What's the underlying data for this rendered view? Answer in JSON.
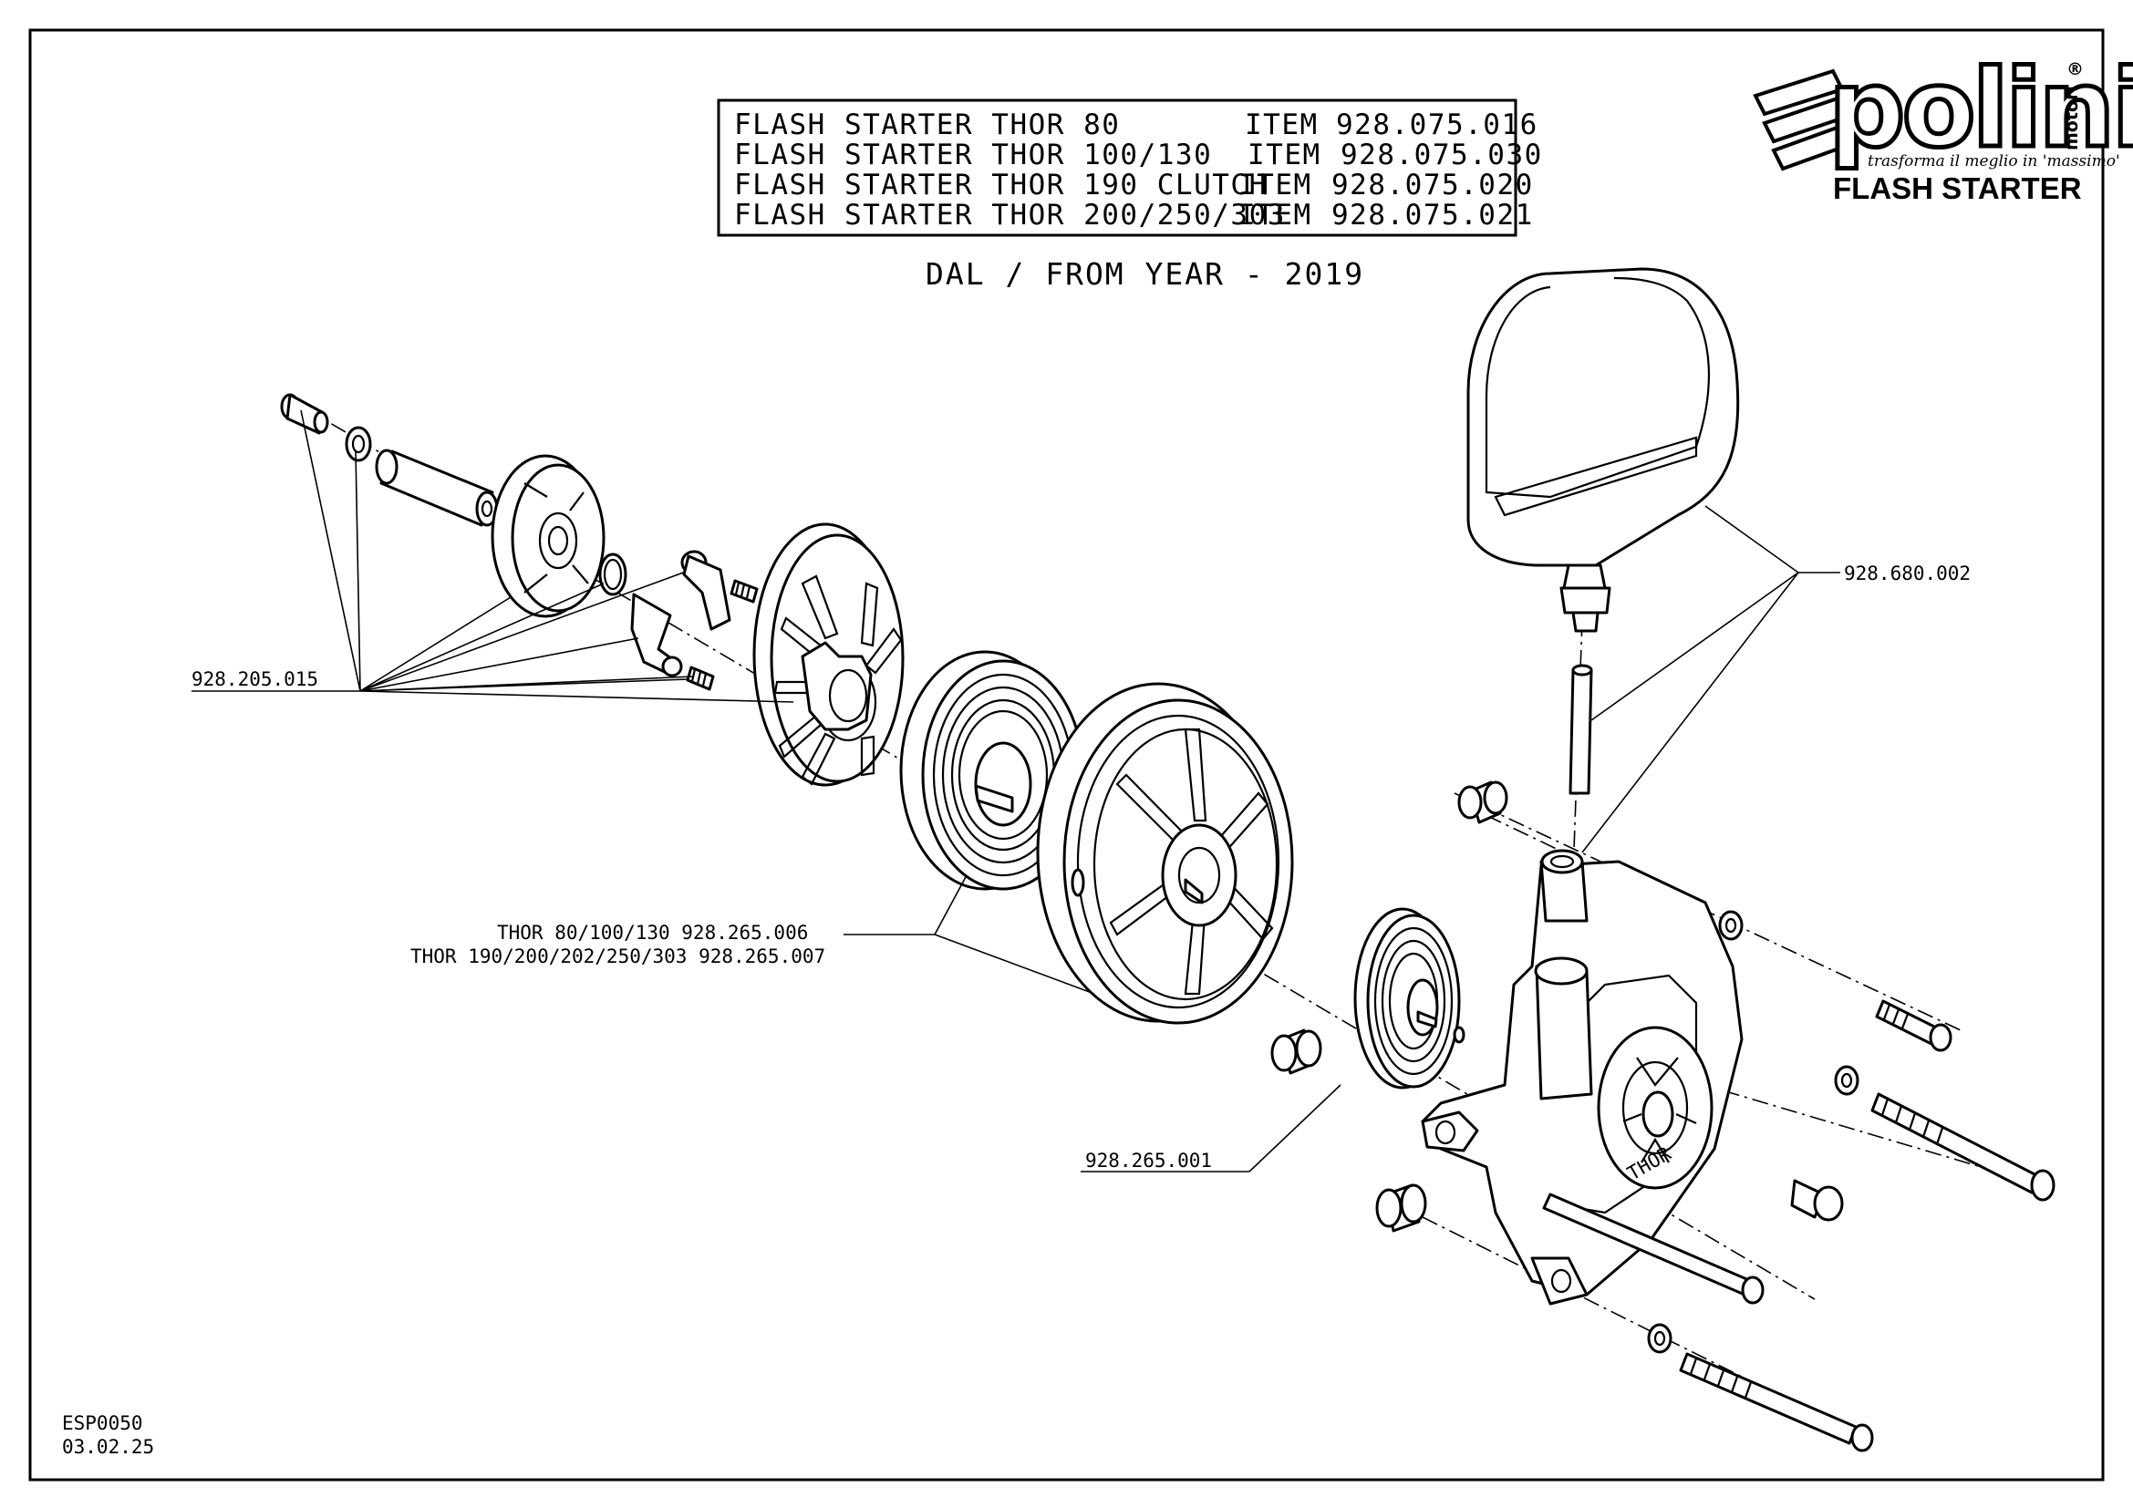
{
  "title_block": {
    "rows": [
      {
        "name": "FLASH STARTER THOR 80",
        "item_label": "ITEM",
        "code": "928.075.016"
      },
      {
        "name": "FLASH STARTER THOR 100/130",
        "item_label": "ITEM",
        "code": "928.075.030"
      },
      {
        "name": "FLASH STARTER THOR 190 CLUTCH",
        "item_label": "ITEM",
        "code": "928.075.020"
      },
      {
        "name": "FLASH STARTER THOR 200/250/303",
        "item_label": "ITEM",
        "code": "928.075.021"
      }
    ],
    "year_note": "DAL / FROM YEAR - 2019"
  },
  "logo": {
    "brand": "polini",
    "motori": "motori",
    "registered": "®",
    "tagline": "trasforma il meglio in 'massimo'",
    "product": "FLASH STARTER"
  },
  "callouts": {
    "kit": "928.205.015",
    "handle": "928.680.002",
    "spring_cassette_line1": "THOR 80/100/130     928.265.006",
    "spring_cassette_line2": "THOR 190/200/202/250/303 928.265.007",
    "small_spring": "928.265.001"
  },
  "document": {
    "code": "ESP0050",
    "date": "03.02.25"
  },
  "cover_marking": "THOR"
}
